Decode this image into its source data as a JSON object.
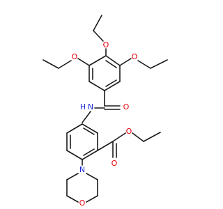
{
  "molecule": {
    "colors": {
      "bond": "#1a1a1a",
      "oxygen": "#e8000b",
      "nitrogen": "#1f2ad6",
      "carbon": "#1a1a1a",
      "hydrogen": "#1a1a1a",
      "background": "#ffffff"
    },
    "atom_labels": {
      "o_left_ethoxy": "O",
      "o_top_ethoxy": "O",
      "o_right_ethoxy": "O",
      "n_amide": "N",
      "h_amide": "H",
      "o_amide_carbonyl": "O",
      "o_ester_carbonyl": "O",
      "o_ester_ether": "O",
      "n_morpholine": "N",
      "o_morpholine": "O"
    }
  }
}
